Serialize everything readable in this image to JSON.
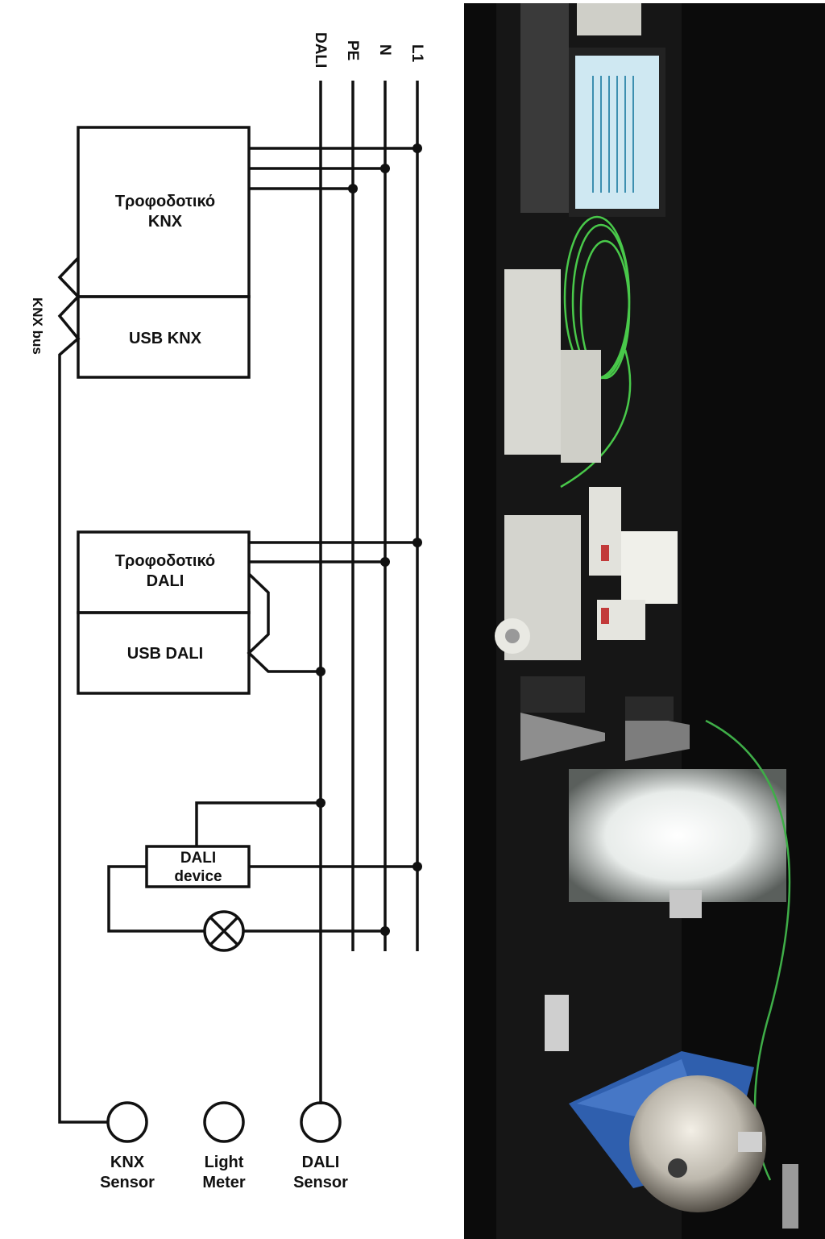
{
  "bus_labels": {
    "dali": "DALI",
    "pe": "PE",
    "n": "N",
    "l1": "L1"
  },
  "knx_bus_label": "KNX bus",
  "boxes": {
    "psu_knx": [
      "Τροφοδοτικό",
      "KNX"
    ],
    "usb_knx": "USB KNX",
    "psu_dali": [
      "Τροφοδοτικό",
      "DALI"
    ],
    "usb_dali": "USB DALI",
    "dali_device": [
      "DALI",
      "device"
    ]
  },
  "sensors": {
    "knx": [
      "KNX",
      "Sensor"
    ],
    "light_meter": [
      "Light",
      "Meter"
    ],
    "dali": [
      "DALI",
      "Sensor"
    ]
  }
}
